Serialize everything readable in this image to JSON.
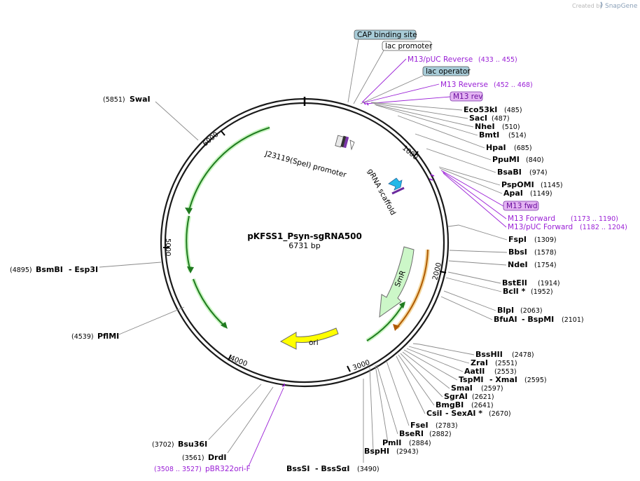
{
  "credit": {
    "created_by": "Created by",
    "brand": "SnapGene"
  },
  "plasmid": {
    "name": "pKFSS1_Psyn-sgRNA500",
    "length": "6731 bp"
  },
  "map": {
    "ticks": [
      "1000",
      "2000",
      "3000",
      "4000",
      "5000",
      "6000"
    ],
    "features": {
      "j23119": "J23119(SpeI) promoter",
      "grna": "gRNA scaffold",
      "smr": "SmR",
      "ori": "ori"
    },
    "colors": {
      "smr": "#ccf7c8",
      "ori": "#ffff00",
      "grna": "#22b8e8",
      "green_arc": "#1f7a1f",
      "orange_arc": "#b05a00",
      "primer": "#9a1fd6"
    }
  },
  "boxed": {
    "cap": "CAP binding site",
    "lac_promoter": "lac promoter",
    "lac_operator": "lac operator",
    "m13_rev": "M13 rev",
    "m13_fwd": "M13 fwd"
  },
  "primers": {
    "m13puc_rev": {
      "name": "M13/pUC Reverse",
      "pos": "(433 .. 455)"
    },
    "m13_reverse": {
      "name": "M13 Reverse",
      "pos": "(452 .. 468)"
    },
    "m13_forward": {
      "name": "M13 Forward",
      "pos": "(1173 .. 1190)"
    },
    "m13puc_fwd": {
      "name": "M13/pUC Forward",
      "pos": "(1182 .. 1204)"
    },
    "pbr322": {
      "name": "pBR322ori-F",
      "pos": "(3508 .. 3527)"
    }
  },
  "sites": {
    "eco53ki": {
      "name": "Eco53kI",
      "pos": "(485)"
    },
    "saci": {
      "name": "SacI",
      "pos": "(487)"
    },
    "nhei": {
      "name": "NheI",
      "pos": "(510)"
    },
    "bmti": {
      "name": "BmtI",
      "pos": "(514)"
    },
    "hpai": {
      "name": "HpaI",
      "pos": "(685)"
    },
    "ppumi": {
      "name": "PpuMI",
      "pos": "(840)"
    },
    "bsabi": {
      "name": "BsaBI",
      "pos": "(974)"
    },
    "pspomi": {
      "name": "PspOMI",
      "pos": "(1145)"
    },
    "apai": {
      "name": "ApaI",
      "pos": "(1149)"
    },
    "fspi": {
      "name": "FspI",
      "pos": "(1309)"
    },
    "bbsi": {
      "name": "BbsI",
      "pos": "(1578)"
    },
    "ndei": {
      "name": "NdeI",
      "pos": "(1754)"
    },
    "bsteii": {
      "name": "BstEII",
      "pos": "(1914)"
    },
    "bcli": {
      "name": "BclI *",
      "pos": "(1952)"
    },
    "blpi": {
      "name": "BlpI",
      "pos": "(2063)"
    },
    "bfuai": {
      "name": "BfuAI",
      "name2": "- BspMI",
      "pos": "(2101)"
    },
    "bsshii": {
      "name": "BssHII",
      "pos": "(2478)"
    },
    "zrai": {
      "name": "ZraI",
      "pos": "(2551)"
    },
    "aatii": {
      "name": "AatII",
      "pos": "(2553)"
    },
    "tspmi": {
      "name": "TspMI",
      "name2": "- XmaI",
      "pos": "(2595)"
    },
    "smai": {
      "name": "SmaI",
      "pos": "(2597)"
    },
    "sgrai": {
      "name": "SgrAI",
      "pos": "(2621)"
    },
    "bmgbi": {
      "name": "BmgBI",
      "pos": "(2641)"
    },
    "csii": {
      "name": "CsiI",
      "name2": "- SexAI *",
      "pos": "(2670)"
    },
    "fsei": {
      "name": "FseI",
      "pos": "(2783)"
    },
    "beri": {
      "name": "BseRI",
      "pos": "(2882)"
    },
    "pmli": {
      "name": "PmlI",
      "pos": "(2884)"
    },
    "bsphi": {
      "name": "BspHI",
      "pos": "(2943)"
    },
    "bsssi": {
      "name": "BssSI",
      "name2": "- BssSαI",
      "pos": "(3490)"
    },
    "drdi": {
      "name": "DrdI",
      "pos": "(3561)"
    },
    "bsu36i": {
      "name": "Bsu36I",
      "pos": "(3702)"
    },
    "pflmi": {
      "name": "PflMI",
      "pos": "(4539)"
    },
    "bsmbi": {
      "name": "BsmBI",
      "name2": "- Esp3I",
      "pos": "(4895)"
    },
    "swai": {
      "name": "SwaI",
      "pos": "(5851)"
    }
  }
}
